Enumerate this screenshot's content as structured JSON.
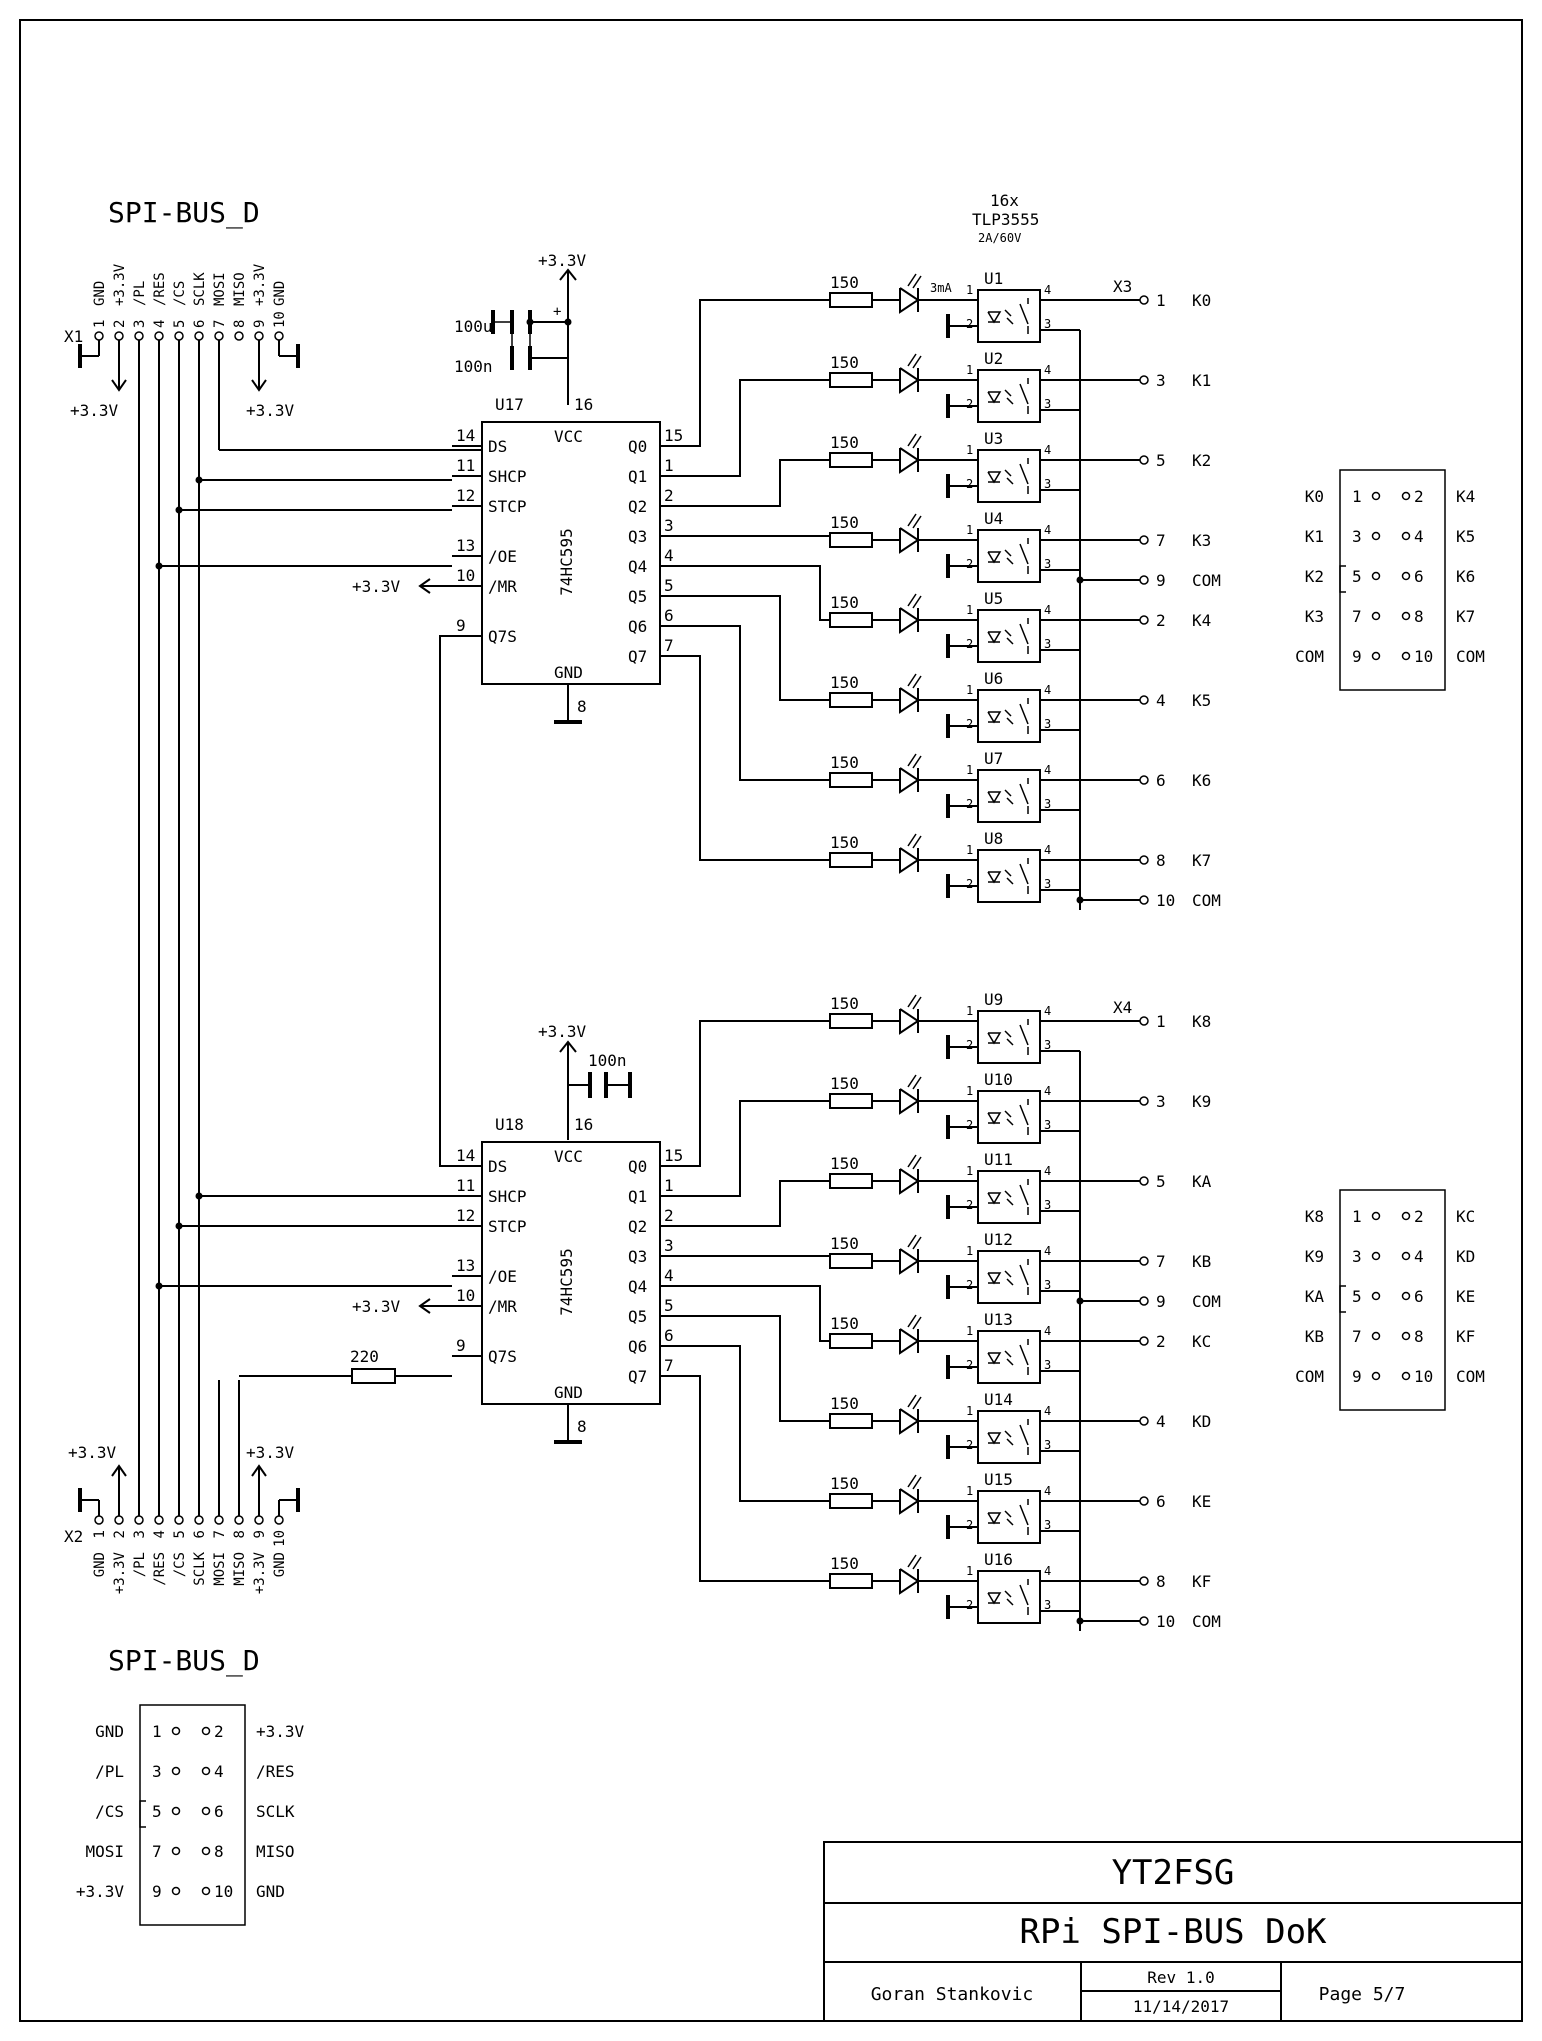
{
  "bus": {
    "title": "SPI-BUS_D",
    "pins": [
      {
        "num": "1",
        "name": "GND"
      },
      {
        "num": "2",
        "name": "+3.3V"
      },
      {
        "num": "3",
        "name": "/PL"
      },
      {
        "num": "4",
        "name": "/RES"
      },
      {
        "num": "5",
        "name": "/CS"
      },
      {
        "num": "6",
        "name": "SCLK"
      },
      {
        "num": "7",
        "name": "MOSI"
      },
      {
        "num": "8",
        "name": "MISO"
      },
      {
        "num": "9",
        "name": "+3.3V"
      },
      {
        "num": "10",
        "name": "GND"
      }
    ],
    "conn_top": "X1",
    "conn_bottom": "X2",
    "supply": "+3.3V"
  },
  "driver": {
    "count_label": "16x",
    "part": "TLP3555",
    "rating": "2A/60V",
    "current": "3mA",
    "resistor": "150",
    "relays": [
      "U1",
      "U2",
      "U3",
      "U4",
      "U5",
      "U6",
      "U7",
      "U8",
      "U9",
      "U10",
      "U11",
      "U12",
      "U13",
      "U14",
      "U15",
      "U16"
    ]
  },
  "ic_top": {
    "ref": "U17",
    "part": "74HC595",
    "vcc": "VCC",
    "gnd": "GND",
    "vcc_pin": "16",
    "gnd_pin": "8",
    "supply": "+3.3V",
    "cap1": "100u",
    "cap2": "100n",
    "mr_supply": "+3.3V"
  },
  "ic_bottom": {
    "ref": "U18",
    "part": "74HC595",
    "vcc": "VCC",
    "gnd": "GND",
    "vcc_pin": "16",
    "gnd_pin": "8",
    "supply": "+3.3V",
    "cap": "100n",
    "mr_supply": "+3.3V",
    "q7s_resistor": "220"
  },
  "ic_left_pins": [
    {
      "num": "14",
      "name": "DS"
    },
    {
      "num": "11",
      "name": "SHCP"
    },
    {
      "num": "12",
      "name": "STCP"
    },
    {
      "num": "13",
      "name": "/OE"
    },
    {
      "num": "10",
      "name": "/MR"
    },
    {
      "num": "9",
      "name": "Q7S"
    }
  ],
  "ic_right_pins": [
    {
      "num": "15",
      "name": "Q0"
    },
    {
      "num": "1",
      "name": "Q1"
    },
    {
      "num": "2",
      "name": "Q2"
    },
    {
      "num": "3",
      "name": "Q3"
    },
    {
      "num": "4",
      "name": "Q4"
    },
    {
      "num": "5",
      "name": "Q5"
    },
    {
      "num": "6",
      "name": "Q6"
    },
    {
      "num": "7",
      "name": "Q7"
    }
  ],
  "out_top": {
    "conn": "X3",
    "rows": [
      {
        "pin": "1",
        "label": "K0"
      },
      {
        "pin": "3",
        "label": "K1"
      },
      {
        "pin": "5",
        "label": "K2"
      },
      {
        "pin": "7",
        "label": "K3"
      },
      {
        "pin": "9",
        "label": "COM"
      },
      {
        "pin": "2",
        "label": "K4"
      },
      {
        "pin": "4",
        "label": "K5"
      },
      {
        "pin": "6",
        "label": "K6"
      },
      {
        "pin": "8",
        "label": "K7"
      },
      {
        "pin": "10",
        "label": "COM"
      }
    ]
  },
  "out_bottom": {
    "conn": "X4",
    "rows": [
      {
        "pin": "1",
        "label": "K8"
      },
      {
        "pin": "3",
        "label": "K9"
      },
      {
        "pin": "5",
        "label": "KA"
      },
      {
        "pin": "7",
        "label": "KB"
      },
      {
        "pin": "9",
        "label": "COM"
      },
      {
        "pin": "2",
        "label": "KC"
      },
      {
        "pin": "4",
        "label": "KD"
      },
      {
        "pin": "6",
        "label": "KE"
      },
      {
        "pin": "8",
        "label": "KF"
      },
      {
        "pin": "10",
        "label": "COM"
      }
    ]
  },
  "hdr_top": {
    "left": [
      "K0",
      "K1",
      "K2",
      "K3",
      "COM"
    ],
    "right": [
      "K4",
      "K5",
      "K6",
      "K7",
      "COM"
    ],
    "lnum": [
      "1",
      "3",
      "5",
      "7",
      "9"
    ],
    "rnum": [
      "2",
      "4",
      "6",
      "8",
      "10"
    ]
  },
  "hdr_bottom": {
    "left": [
      "K8",
      "K9",
      "KA",
      "KB",
      "COM"
    ],
    "right": [
      "KC",
      "KD",
      "KE",
      "KF",
      "COM"
    ],
    "lnum": [
      "1",
      "3",
      "5",
      "7",
      "9"
    ],
    "rnum": [
      "2",
      "4",
      "6",
      "8",
      "10"
    ]
  },
  "hdr_bus": {
    "title": "SPI-BUS_D",
    "left": [
      "GND",
      "/PL",
      "/CS",
      "MOSI",
      "+3.3V"
    ],
    "right": [
      "+3.3V",
      "/RES",
      "SCLK",
      "MISO",
      "GND"
    ],
    "lnum": [
      "1",
      "3",
      "5",
      "7",
      "9"
    ],
    "rnum": [
      "2",
      "4",
      "6",
      "8",
      "10"
    ]
  },
  "title_block": {
    "company": "YT2FSG",
    "project": "RPi SPI-BUS DoK",
    "author": "Goran Stankovic",
    "rev": "Rev 1.0",
    "date": "11/14/2017",
    "page": "Page 5/7"
  }
}
